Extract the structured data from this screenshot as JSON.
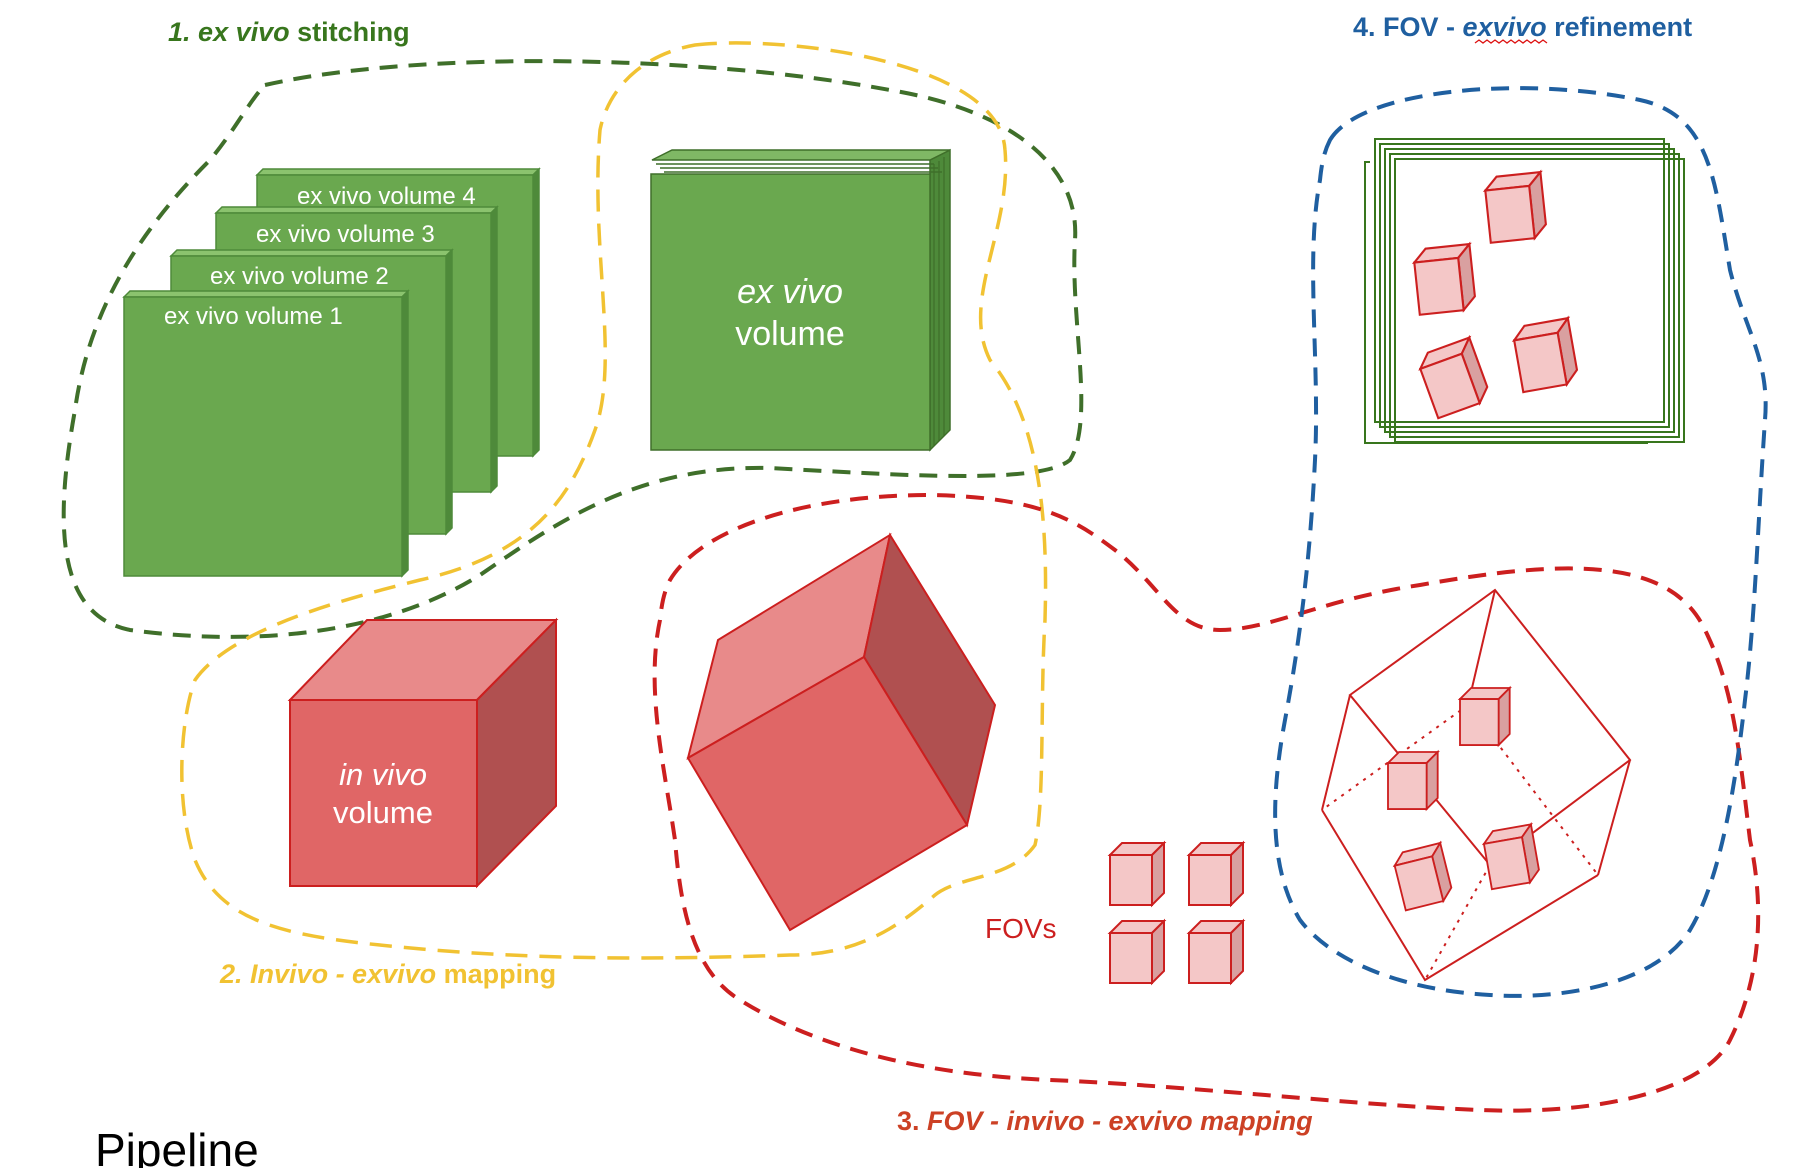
{
  "colors": {
    "green": "#6aa84f",
    "green_dark": "#4e8a3a",
    "green_line": "#3f6f2a",
    "red_face": "#e06666",
    "red_top": "#e88a8a",
    "red_side": "#b05050",
    "red_line": "#cc1f1f",
    "pink_face": "#f4c7c7",
    "pink_side": "#d9a0a0",
    "yellow_line": "#f1c232",
    "blue_line": "#1f5fa0",
    "step1_text": "#38761d",
    "step2_text": "#f1c232",
    "step3_text": "#cc4125",
    "step4_text": "#1f5fa0"
  },
  "steps": [
    {
      "num": "1.",
      "parts": [
        {
          "text": "ex vivo",
          "italic": true
        },
        {
          "text": " stitching",
          "italic": false
        }
      ]
    },
    {
      "num": "2.",
      "parts": [
        {
          "text": "Invivo - exvivo",
          "italic": true
        },
        {
          "text": " mapping",
          "italic": false
        }
      ]
    },
    {
      "num": "3.",
      "parts": [
        {
          "text": "FOV - invivo - exvivo mapping",
          "italic": true
        }
      ]
    },
    {
      "num": "4.",
      "parts": [
        {
          "text": "FOV - ",
          "italic": false
        },
        {
          "text": "exvivo",
          "italic": true
        },
        {
          "text": " refinement",
          "italic": false
        }
      ]
    }
  ],
  "exvivo_volumes": [
    "ex vivo volume 4",
    "ex vivo volume 3",
    "ex vivo volume 2",
    "ex vivo volume 1"
  ],
  "stitched_volume": {
    "line1": "ex vivo",
    "line2": "volume"
  },
  "invivo_volume": {
    "line1": "in vivo",
    "line2": "volume"
  },
  "fovs_label": "FOVs",
  "pipeline_label": "Pipeline"
}
